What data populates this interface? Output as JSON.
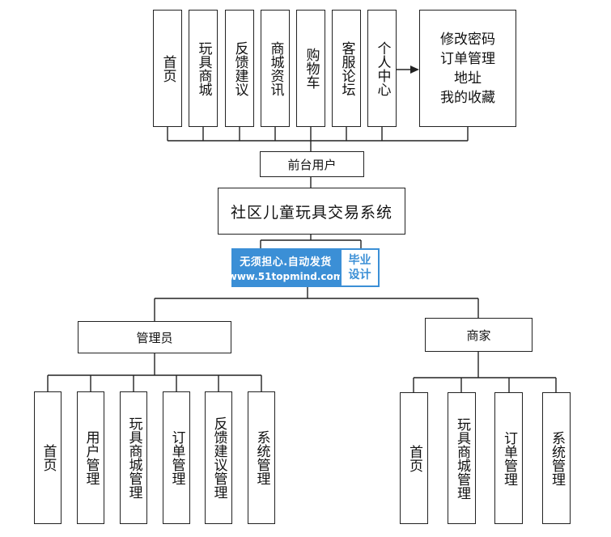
{
  "system_title": "社区儿童玩具交易系统",
  "frontend": {
    "root_label": "前台用户",
    "modules": [
      "首页",
      "玩具商城",
      "反馈建议",
      "商城资讯",
      "购物车",
      "客服论坛",
      "个人中心"
    ],
    "personal_center_items": [
      "修改密码",
      "订单管理",
      "地址",
      "我的收藏"
    ]
  },
  "admin": {
    "root_label": "管理员",
    "modules": [
      "首页",
      "用户管理",
      "玩具商城管理",
      "订单管理",
      "反馈建议管理",
      "系统管理"
    ]
  },
  "merchant": {
    "root_label": "商家",
    "modules": [
      "首页",
      "玩具商城管理",
      "订单管理",
      "系统管理"
    ]
  },
  "watermark": {
    "line1": "无须担心.自动发货",
    "line2": "www.51topmind.com",
    "badge_line1": "毕业",
    "badge_line2": "设计"
  }
}
